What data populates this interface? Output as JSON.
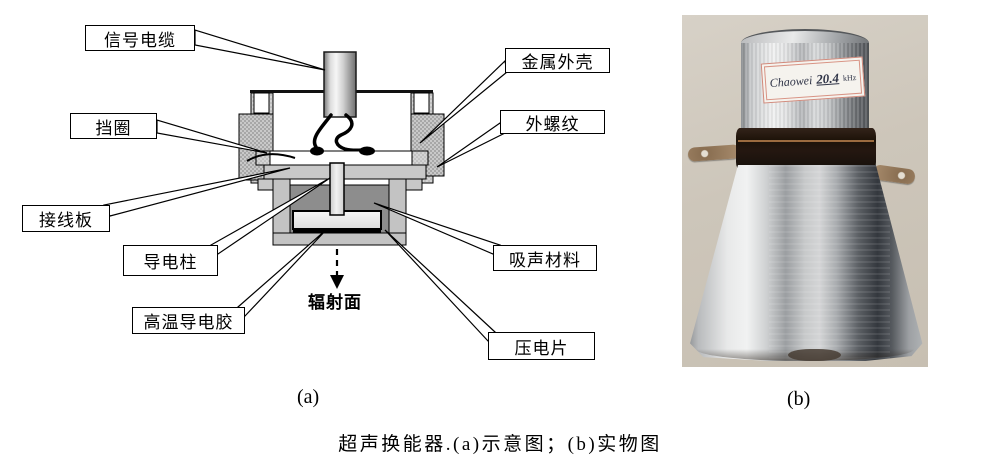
{
  "figure": {
    "caption": "超声换能器.(a)示意图；(b)实物图",
    "panel_a_tag": "(a)",
    "panel_b_tag": "(b)"
  },
  "schematic": {
    "labels": {
      "signal_cable": "信号电缆",
      "metal_case": "金属外壳",
      "retaining_ring": "挡圈",
      "external_thread": "外螺纹",
      "terminal_board": "接线板",
      "conductive_column": "导电柱",
      "absorbing_material": "吸声材料",
      "high_temp_adhesive": "高温导电胶",
      "piezo_plate": "压电片",
      "radiating_surface": "辐射面"
    }
  },
  "photo": {
    "sticker": {
      "brand": "Chaowei",
      "frequency_value": "20.4",
      "frequency_unit": "kHz"
    }
  },
  "colors": {
    "schematic_shell": "#d2d2d2",
    "schematic_absorber": "#8d8d8d",
    "photo_background": "#cdc6ba",
    "band_brown": "#1c1208",
    "sticker_border": "#d0887a"
  }
}
